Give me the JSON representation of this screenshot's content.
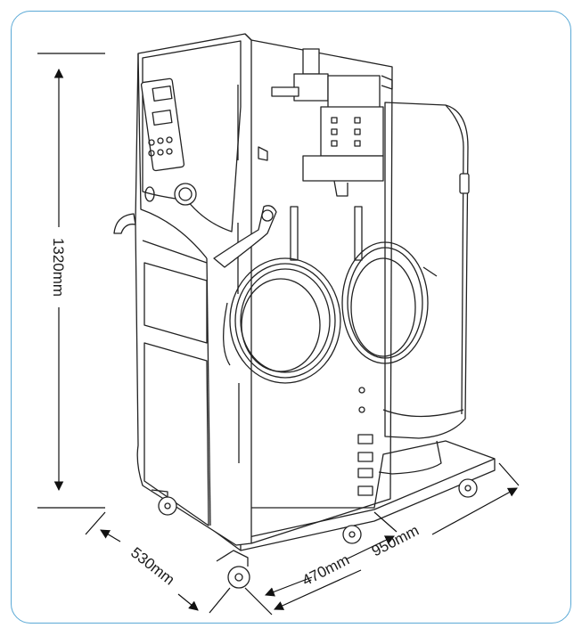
{
  "dimensions": {
    "height": "1320mm",
    "width": "530mm",
    "depth_inner": "470mm",
    "depth_total": "950mm"
  },
  "colors": {
    "frame": "#5aa9d6",
    "line": "#222222"
  }
}
